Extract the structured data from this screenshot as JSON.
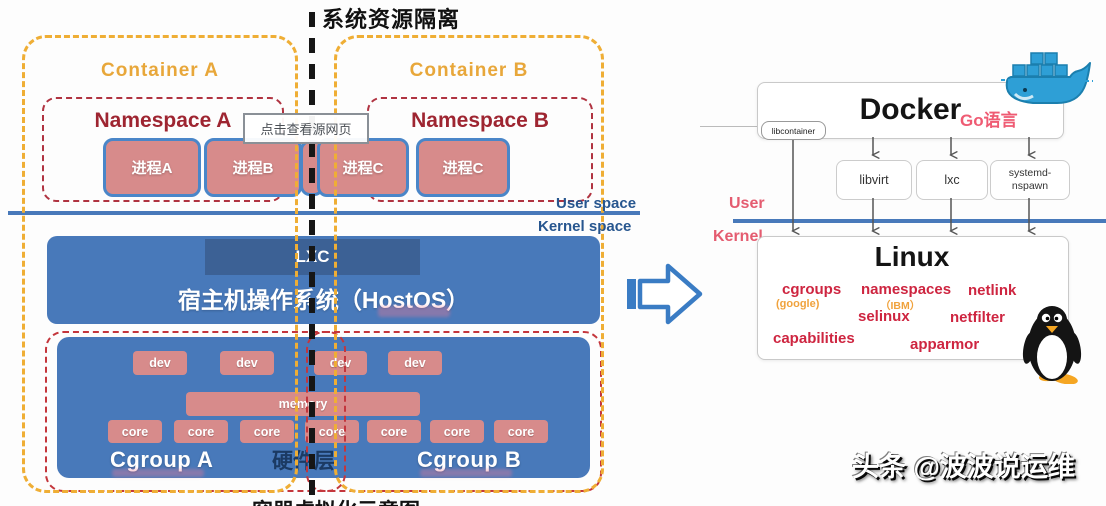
{
  "title": "系统资源隔离",
  "tooltip": "点击查看源网页",
  "watermark": "头条 @波波说运维",
  "caption_partial": "容器虚拟化示意图",
  "left_diagram": {
    "containers": [
      {
        "label": "Container A",
        "namespace_label": "Namespace A",
        "processes": [
          "进程A",
          "进程B"
        ]
      },
      {
        "label": "Container B",
        "namespace_label": "Namespace B",
        "processes": [
          "进程C",
          "进程C"
        ]
      }
    ],
    "user_space_label": "User space",
    "kernel_space_label": "Kernel space",
    "lxc_label": "LXC",
    "hostos_label": "宿主机操作系统（HostOS）",
    "cgroup_a_label": "Cgroup A",
    "hardware_label": "硬件层",
    "cgroup_b_label": "Cgroup B",
    "dev_label": "dev",
    "memory_label": "memory",
    "core_label": "core"
  },
  "right_diagram": {
    "docker_label": "Docker",
    "go_label": "Go语言",
    "libcontainer_label": "libcontainer",
    "user_label": "User",
    "kernel_label": "Kernel",
    "runtime_boxes": [
      "libvirt",
      "lxc",
      "systemd-nspawn"
    ],
    "linux_label": "Linux",
    "kernel_features": [
      {
        "label": "cgroups",
        "attribution": "(google)"
      },
      {
        "label": "namespaces",
        "attribution": "（IBM）"
      },
      {
        "label": "netlink",
        "attribution": ""
      },
      {
        "label": "selinux",
        "attribution": ""
      },
      {
        "label": "netfilter",
        "attribution": ""
      },
      {
        "label": "capabilities",
        "attribution": ""
      },
      {
        "label": "apparmor",
        "attribution": ""
      }
    ]
  },
  "colors": {
    "container_dash": "#efae35",
    "namespace_dash": "#b03341",
    "cgroup_dash": "#c4363c",
    "blue_box": "#4879ba",
    "blue_box_dark": "#3c6195",
    "process_fill": "#d78b8b",
    "process_border": "#4a86c8",
    "red_text": "#ce2540",
    "pink_text": "#ef5b73",
    "orange_text": "#f0a23c",
    "docker_blue": "#2e9fd6"
  }
}
